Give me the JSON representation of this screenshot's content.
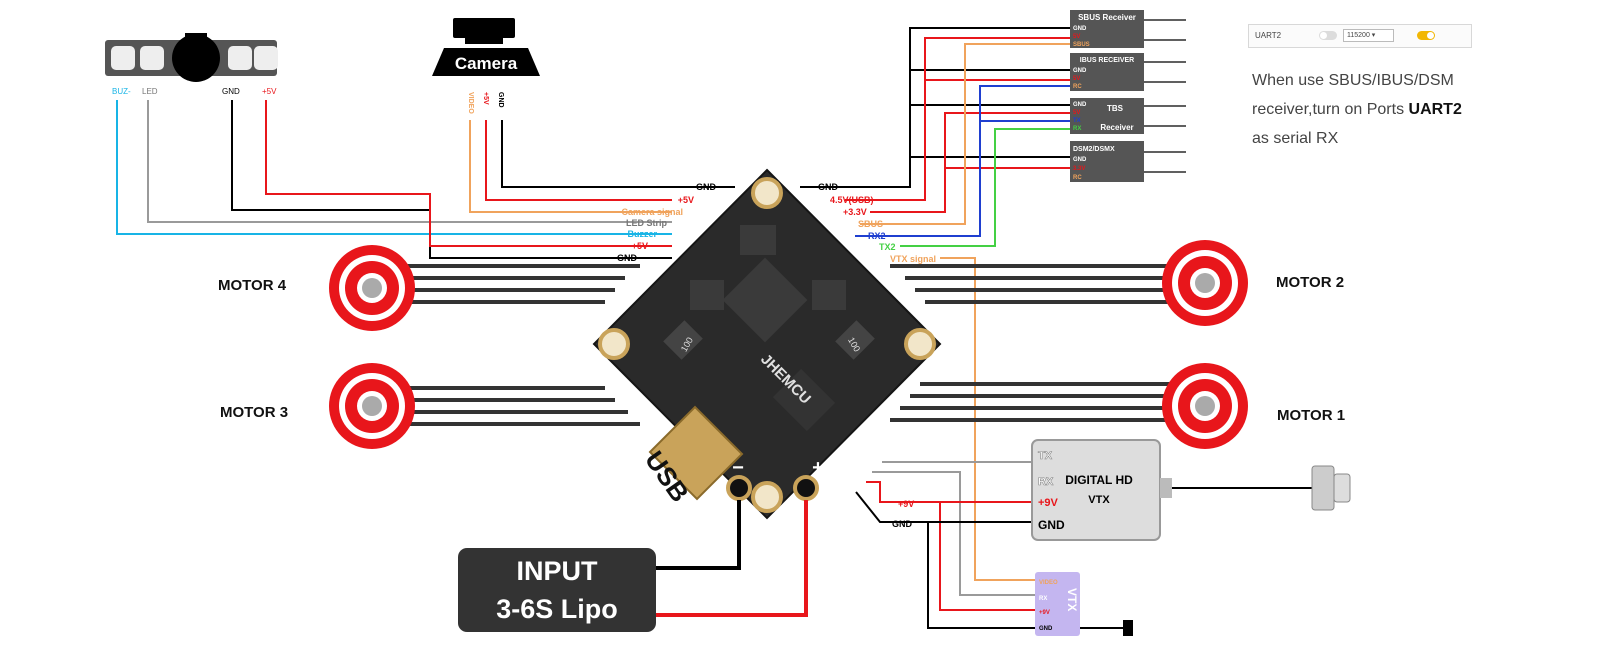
{
  "top_buzzer": {
    "labels": [
      "BUZ-",
      "LED",
      "GND",
      "+5V"
    ]
  },
  "camera": {
    "title": "Camera",
    "pins": [
      "VIDEO",
      "+5V",
      "GND"
    ]
  },
  "left_pads": [
    "GND",
    "+5V",
    "Camera signal",
    "LED Strip",
    "Buzzer",
    "+5V",
    "GND"
  ],
  "right_pads": [
    "GND",
    "4.5V(USB)",
    "+3.3V",
    "SBUS",
    "RX2",
    "TX2",
    "VTX signal"
  ],
  "receivers": [
    {
      "title": "SBUS Receiver",
      "pins": [
        "GND",
        "5V",
        "SBUS"
      ]
    },
    {
      "title": "IBUS RECEIVER",
      "pins": [
        "GND",
        "5V",
        "RC"
      ]
    },
    {
      "title": "TBS Receiver",
      "title_top": "TBS",
      "title_bottom": "Receiver",
      "pins": [
        "GND",
        "5V",
        "TX",
        "RX"
      ]
    },
    {
      "title": "DSM2/DSMX",
      "pins": [
        "GND",
        "3.3V",
        "RC"
      ]
    }
  ],
  "uart": {
    "label": "UART2",
    "baud": "115200 ▾"
  },
  "note": {
    "line1": "When use SBUS/IBUS/DSM",
    "line2_pre": "receiver,turn on Ports ",
    "line2_bold": "UART2",
    "line3": "as serial RX"
  },
  "motors": [
    "MOTOR 4",
    "MOTOR 2",
    "MOTOR 3",
    "MOTOR 1"
  ],
  "board": {
    "brand": "JHEMCU",
    "usb": "USB",
    "minus": "−",
    "plus": "+",
    "chip": "100"
  },
  "input": {
    "line1": "INPUT",
    "line2": "3-6S Lipo"
  },
  "vtx_hd": {
    "title_line1": "DIGITAL HD",
    "title_line2": "VTX",
    "pins": [
      "TX",
      "RX",
      "+9V",
      "GND"
    ]
  },
  "vtx_analog": {
    "title": "VTX",
    "pins": [
      "VIDEO",
      "RX",
      "+9V",
      "GND"
    ]
  },
  "hd_wires": [
    "+9V",
    "GND"
  ],
  "colors": {
    "red": "#e8161b",
    "black": "#000000",
    "orange": "#f0a35c",
    "blue": "#1f3fd0",
    "green": "#44d044",
    "cyan": "#18b4e6",
    "gray": "#9a9a9a",
    "pcb": "#2a2a2a"
  }
}
